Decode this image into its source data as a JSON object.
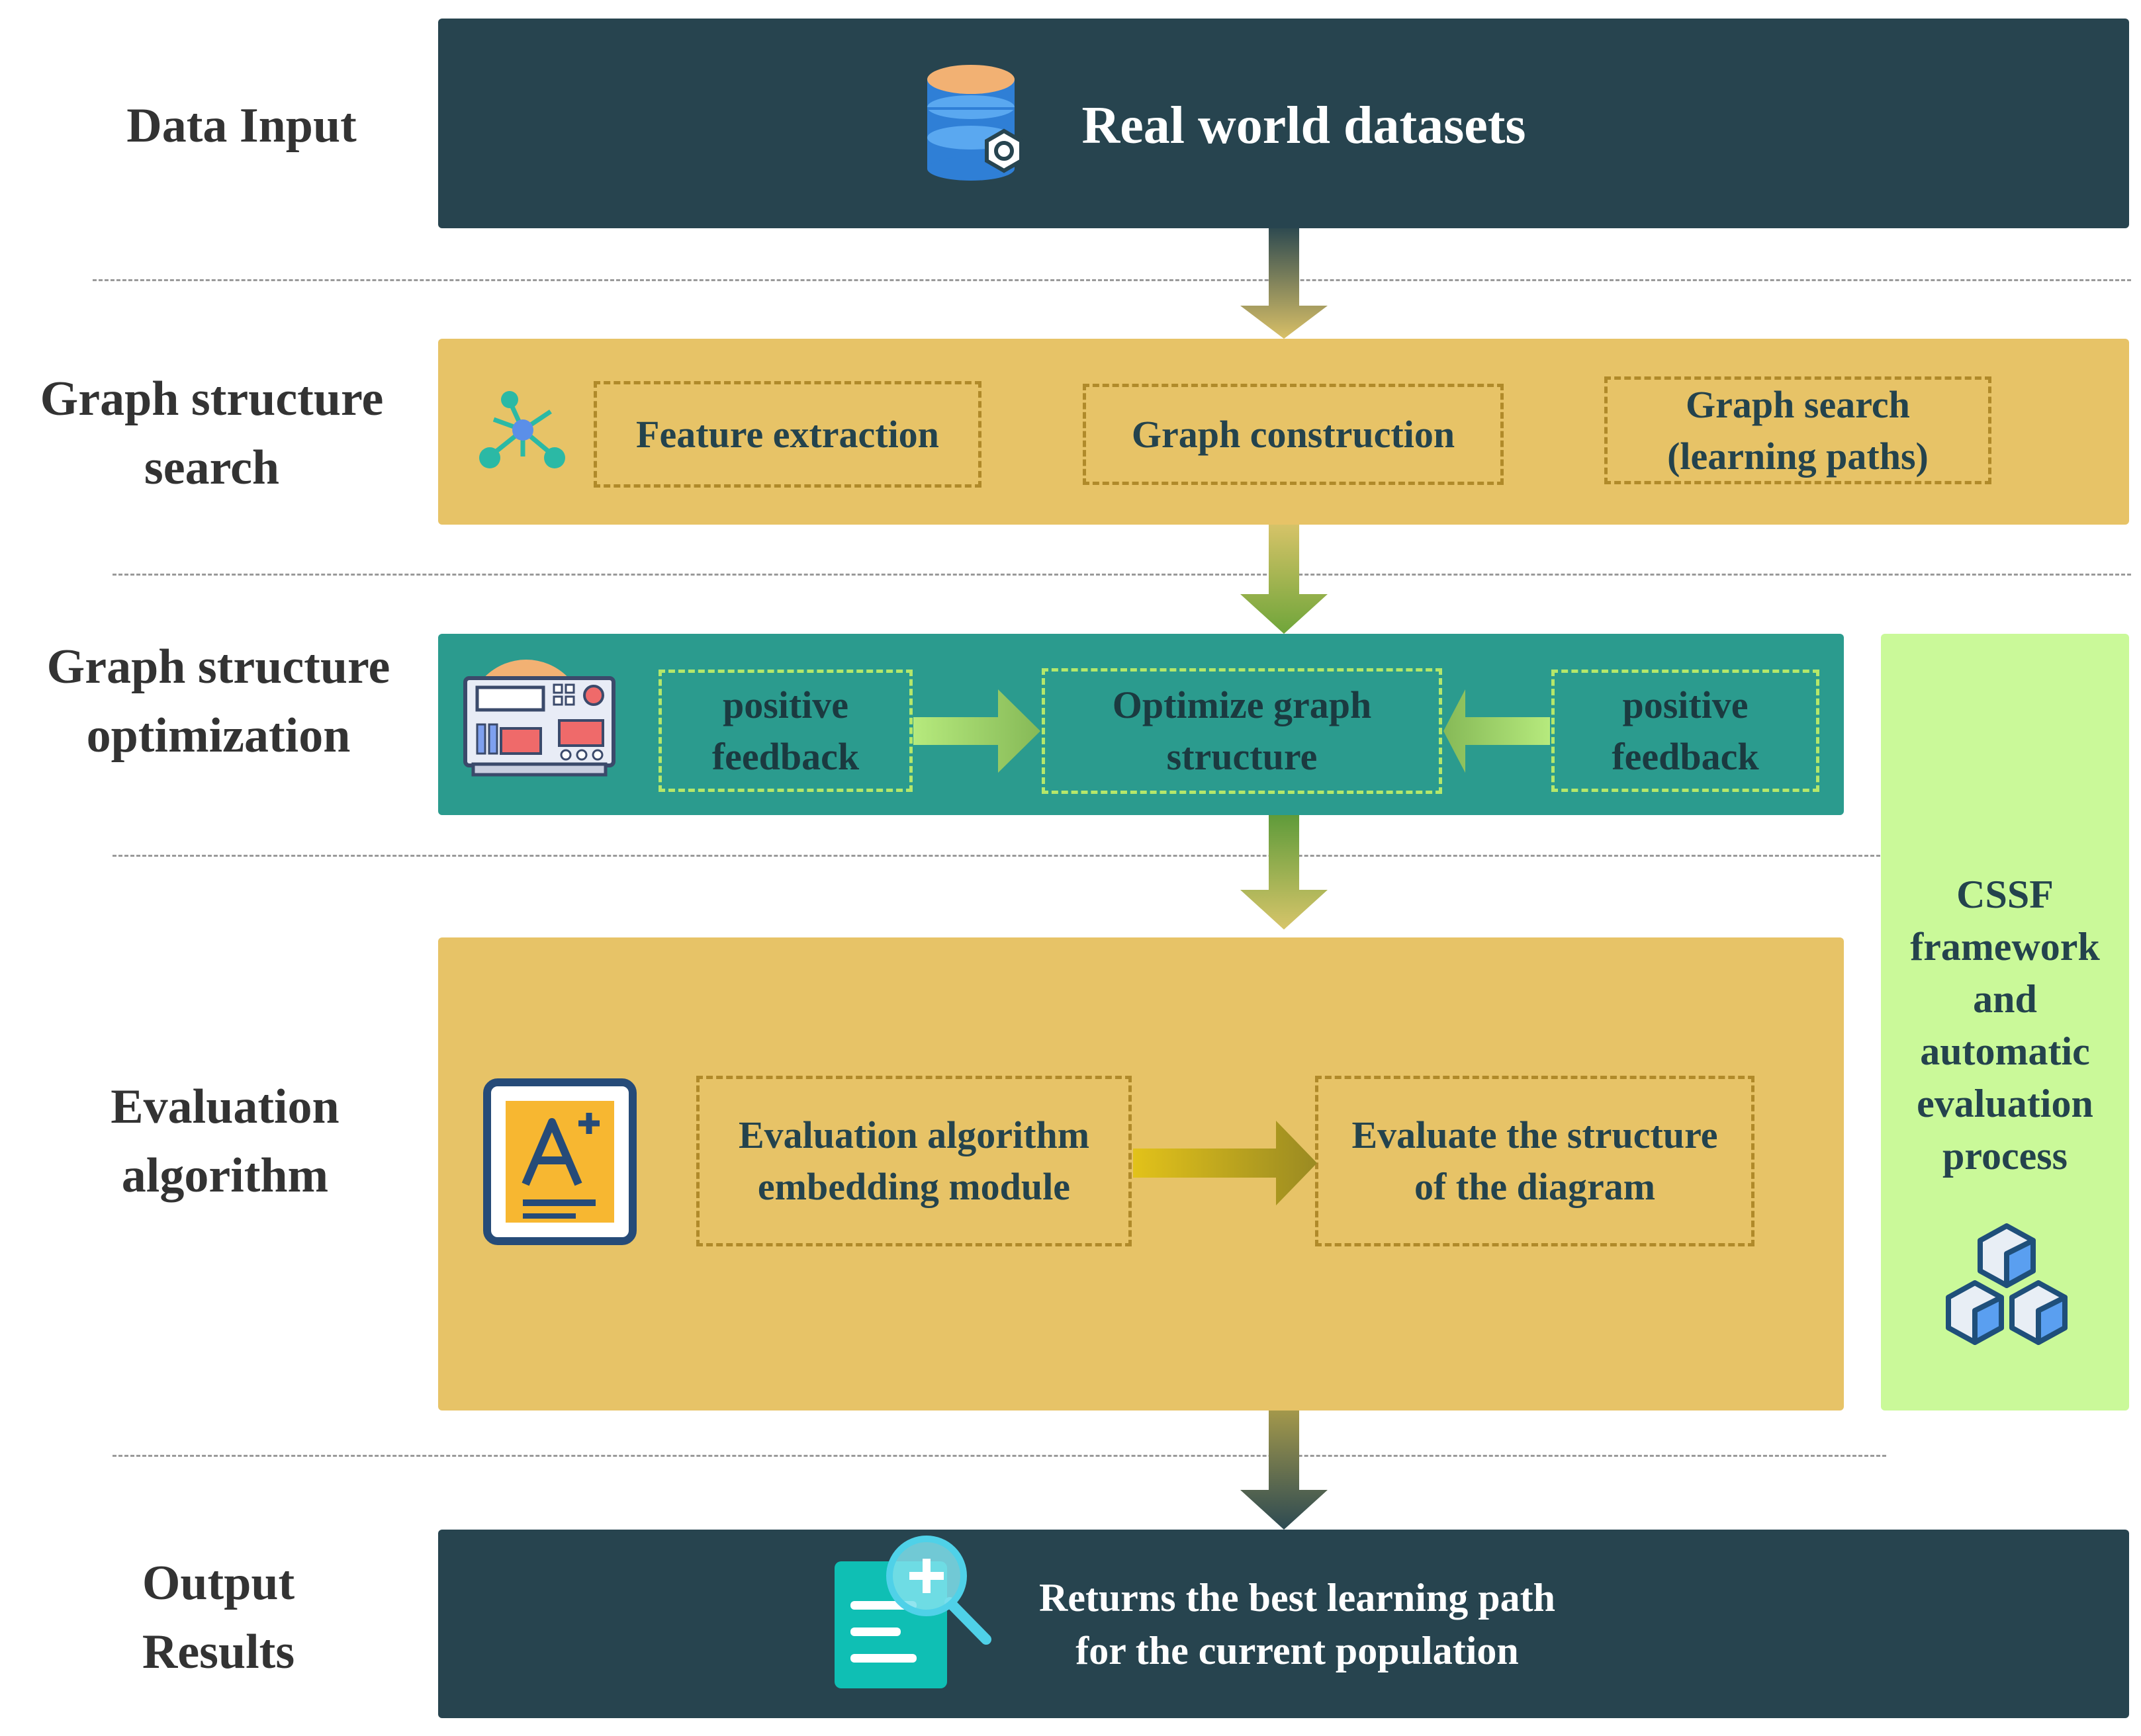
{
  "stages": {
    "data_input": [
      "Data Input"
    ],
    "graph_search": [
      "Graph structure",
      "search"
    ],
    "graph_optimization": [
      "Graph structure",
      "optimization"
    ],
    "evaluation": [
      "Evaluation",
      "algorithm"
    ],
    "output": [
      "Output",
      "Results"
    ]
  },
  "input_panel": {
    "title": "Real world datasets",
    "icon": "database-gear-icon"
  },
  "search_panel": {
    "icon": "molecule-network-icon",
    "boxes": [
      [
        "Feature extraction"
      ],
      [
        "Graph construction"
      ],
      [
        "Graph search",
        "(learning paths)"
      ]
    ]
  },
  "optimization_panel": {
    "icon": "control-panel-icon",
    "left_box": [
      "positive",
      "feedback"
    ],
    "center_box": [
      "Optimize graph",
      "structure"
    ],
    "right_box": [
      "positive",
      "feedback"
    ]
  },
  "evaluation_panel": {
    "icon": "grade-a-plus-icon",
    "left_box": [
      "Evaluation algorithm",
      "embedding module"
    ],
    "right_box": [
      "Evaluate the structure",
      "of the diagram"
    ]
  },
  "side_panel": {
    "lines": [
      "CSSF",
      "framework",
      "and",
      "automatic",
      "evaluation",
      "process"
    ],
    "icon": "cubes-icon"
  },
  "output_panel": {
    "icon": "document-search-icon",
    "lines": [
      "Returns the best learning path",
      "for the current population"
    ]
  },
  "colors": {
    "dark_panel": "#27444f",
    "gold_panel": "#e7c367",
    "teal_panel": "#2b9b8e",
    "lime_panel": "#caf999"
  }
}
